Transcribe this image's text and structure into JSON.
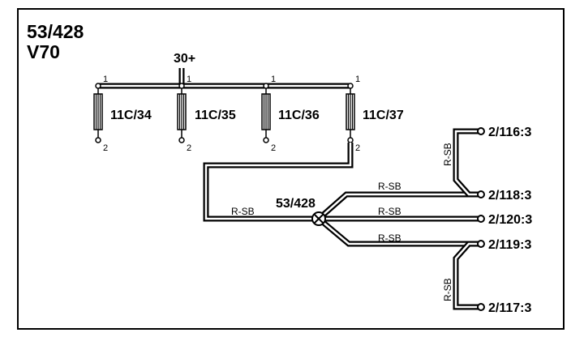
{
  "header": {
    "diagram_id": "53/428",
    "model": "V70"
  },
  "supply": {
    "label": "30+"
  },
  "fuses": [
    {
      "id": "11C/34",
      "pin_top": "1",
      "pin_bottom": "2"
    },
    {
      "id": "11C/35",
      "pin_top": "1",
      "pin_bottom": "2"
    },
    {
      "id": "11C/36",
      "pin_top": "1",
      "pin_bottom": "2"
    },
    {
      "id": "11C/37",
      "pin_top": "1",
      "pin_bottom": "2"
    }
  ],
  "splice": {
    "id": "53/428"
  },
  "wires": {
    "color_code": "R-SB"
  },
  "connectors": [
    {
      "id": "2/116:3"
    },
    {
      "id": "2/118:3"
    },
    {
      "id": "2/120:3"
    },
    {
      "id": "2/119:3"
    },
    {
      "id": "2/117:3"
    }
  ],
  "colors": {
    "line": "#000000",
    "background": "#ffffff"
  }
}
